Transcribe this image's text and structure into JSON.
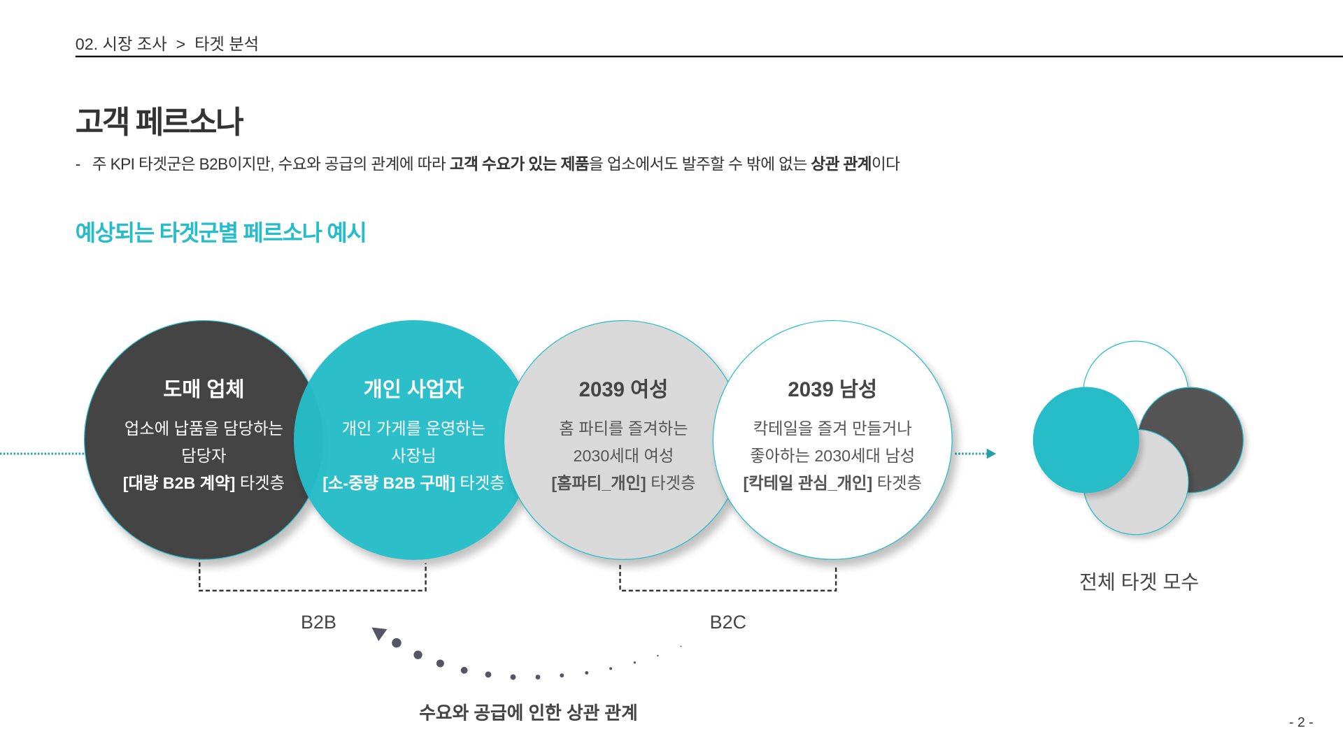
{
  "breadcrumb": "02. 시장 조사  >  타겟 분석",
  "title": "고객 페르소나",
  "description": {
    "p1": "-   주 KPI 타겟군은 B2B이지만, 수요와 공급의 관계에 따라 ",
    "b1": "고객 수요가 있는 제품",
    "p2": "을 업소에서도 발주할 수 밖에 없는 ",
    "b2": "상관 관계",
    "p3": "이다"
  },
  "section_title": "예상되는 타겟군별 페르소나 예시",
  "personas": [
    {
      "title": "도매 업체",
      "line1": "업소에 납품을 담당하는",
      "line2": "담당자",
      "tag": "[대량 B2B 계약]",
      "suffix": " 타겟층",
      "color": "#444444"
    },
    {
      "title": "개인 사업자",
      "line1": "개인 가게를 운영하는",
      "line2": "사장님",
      "tag": "[소-중량 B2B 구매]",
      "suffix": " 타겟층",
      "color": "#26BDC9"
    },
    {
      "title": "2039 여성",
      "line1": "홈 파티를 즐겨하는",
      "line2": "2030세대 여성",
      "tag": "[홈파티_개인]",
      "suffix": " 타겟층",
      "color": "#D9D9D9"
    },
    {
      "title": "2039 남성",
      "line1": "칵테일을 즐겨 만들거나",
      "line2": "좋아하는 2030세대 남성",
      "tag": "[칵테일 관심_개인]",
      "suffix": " 타겟층",
      "color": "#FFFFFF"
    }
  ],
  "groups": {
    "b2b": "B2B",
    "b2c": "B2C"
  },
  "relation_caption": "수요와 공급에 인한 상관 관계",
  "total_label": "전체 타겟 모수",
  "page_number": "- 2 -",
  "accent": "#26BCC9"
}
